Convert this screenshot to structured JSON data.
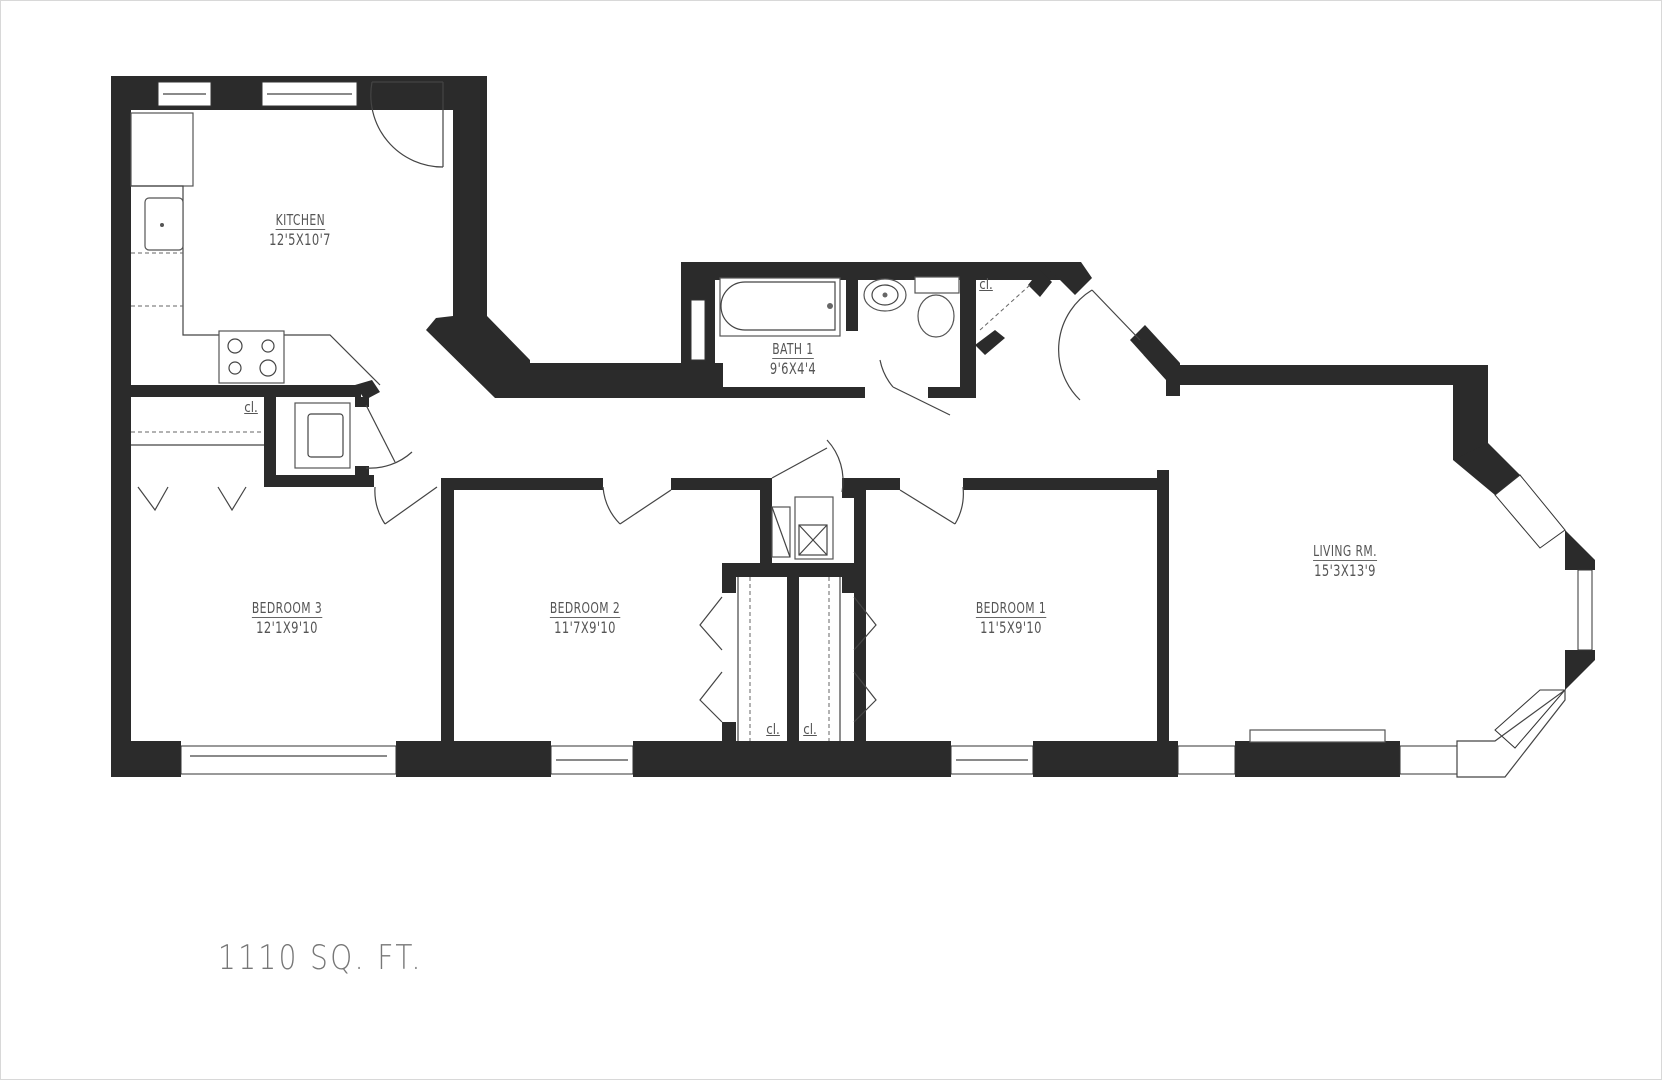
{
  "floorplan": {
    "total_area": "1110 SQ. FT.",
    "rooms": {
      "kitchen": {
        "name": "KITCHEN",
        "dims": "12'5X10'7"
      },
      "bath1": {
        "name": "BATH 1",
        "dims": "9'6X4'4"
      },
      "bedroom3": {
        "name": "BEDROOM 3",
        "dims": "12'1X9'10"
      },
      "bedroom2": {
        "name": "BEDROOM 2",
        "dims": "11'7X9'10"
      },
      "bedroom1": {
        "name": "BEDROOM 1",
        "dims": "11'5X9'10"
      },
      "living": {
        "name": "LIVING RM.",
        "dims": "15'3X13'9"
      }
    },
    "closet_label": "cl.",
    "colors": {
      "wall": "#2b2b2b",
      "background": "#ffffff",
      "text": "#555555"
    }
  }
}
